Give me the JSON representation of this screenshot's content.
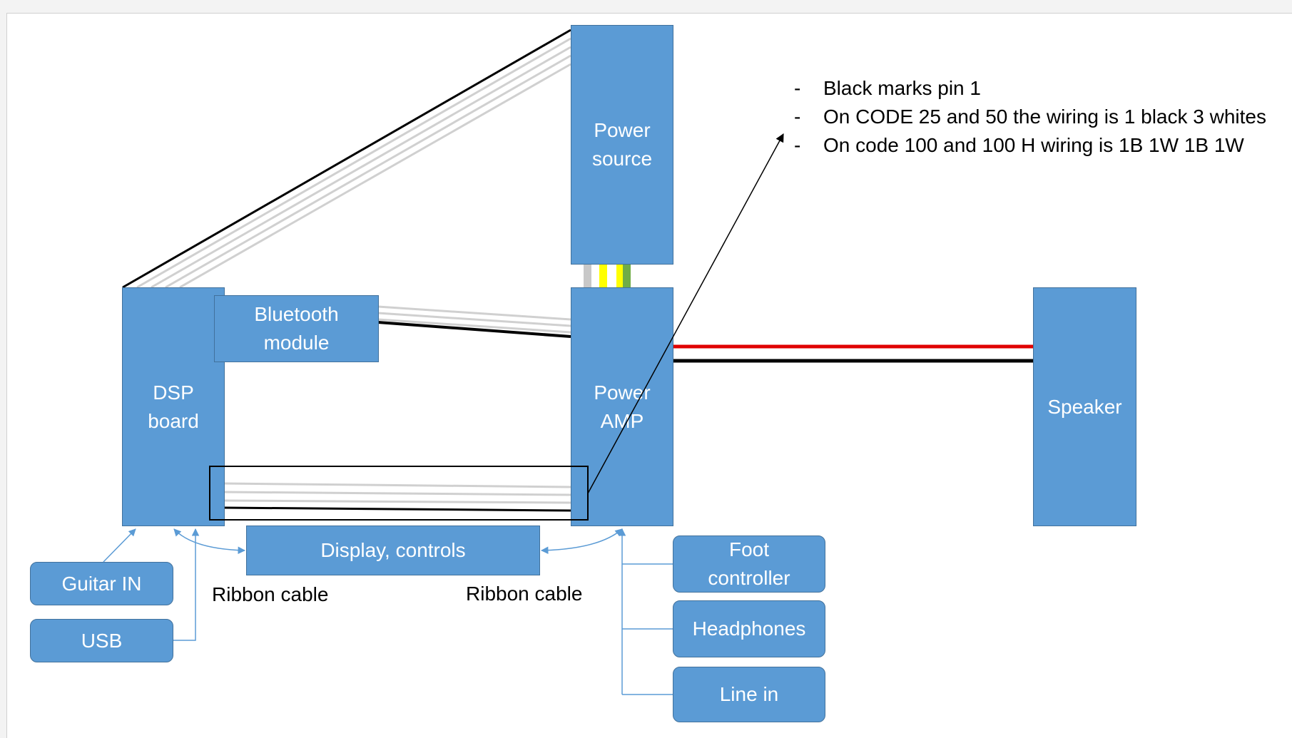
{
  "blocks": {
    "power_source": "Power source",
    "dsp_board": "DSP board",
    "bluetooth": "Bluetooth module",
    "power_amp": "Power AMP",
    "speaker": "Speaker",
    "display": "Display, controls",
    "guitar_in": "Guitar IN",
    "usb": "USB",
    "foot_controller": "Foot controller",
    "headphones": "Headphones",
    "line_in": "Line in"
  },
  "labels": {
    "ribbon_left": "Ribbon cable",
    "ribbon_right": "Ribbon cable"
  },
  "notes": [
    "Black marks pin 1",
    "On CODE 25 and 50 the wiring is 1 black 3 whites",
    "On code 100 and 100 H wiring is 1B 1W 1B 1W"
  ],
  "colors": {
    "block_fill": "#5b9bd5",
    "block_border": "#41719c",
    "wire_white": "#d0d0d0",
    "wire_black": "#000000",
    "wire_red": "#e00000",
    "wire_yellow": "#ffff00",
    "wire_green": "#70ad47"
  }
}
